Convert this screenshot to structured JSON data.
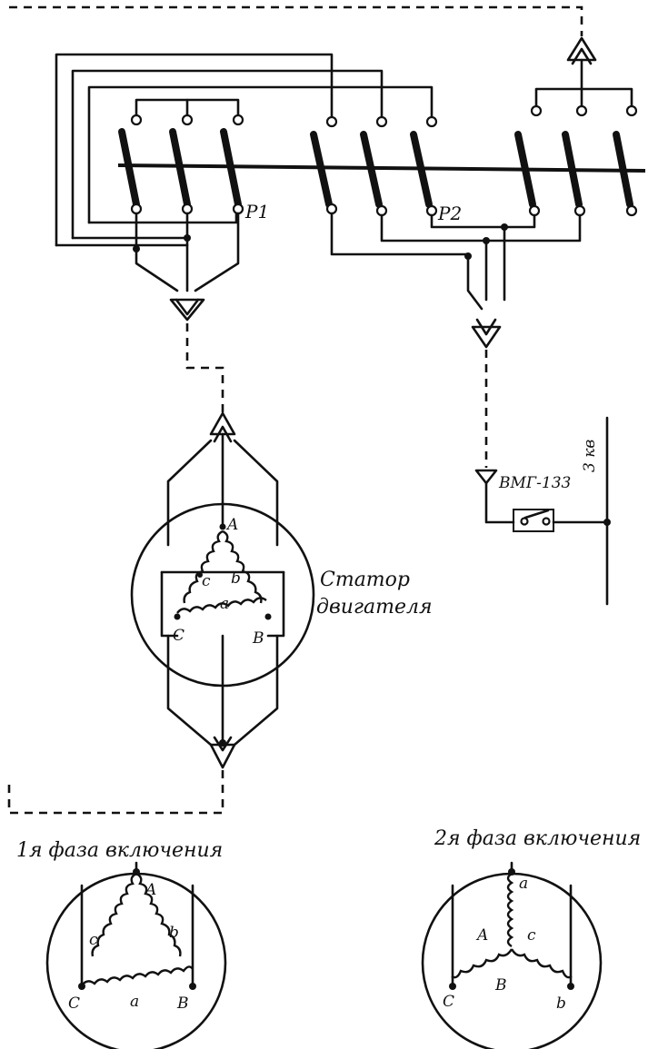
{
  "switches": {
    "p1": "P1",
    "p2": "P2"
  },
  "breaker": {
    "label": "ВМГ-133",
    "voltage": "3 кв"
  },
  "stator": {
    "caption_line1": "Статор",
    "caption_line2": "двигателя",
    "terminals": [
      "A",
      "B",
      "C"
    ],
    "windings": [
      "a",
      "b",
      "c"
    ]
  },
  "phase1": {
    "caption": "1я фаза включения",
    "terminals": [
      "A",
      "B",
      "C"
    ],
    "windings": [
      "a",
      "b",
      "c"
    ]
  },
  "phase2": {
    "caption": "2я фаза включения",
    "terminals": [
      "A",
      "B",
      "C"
    ],
    "windings": [
      "a",
      "b",
      "c"
    ]
  }
}
